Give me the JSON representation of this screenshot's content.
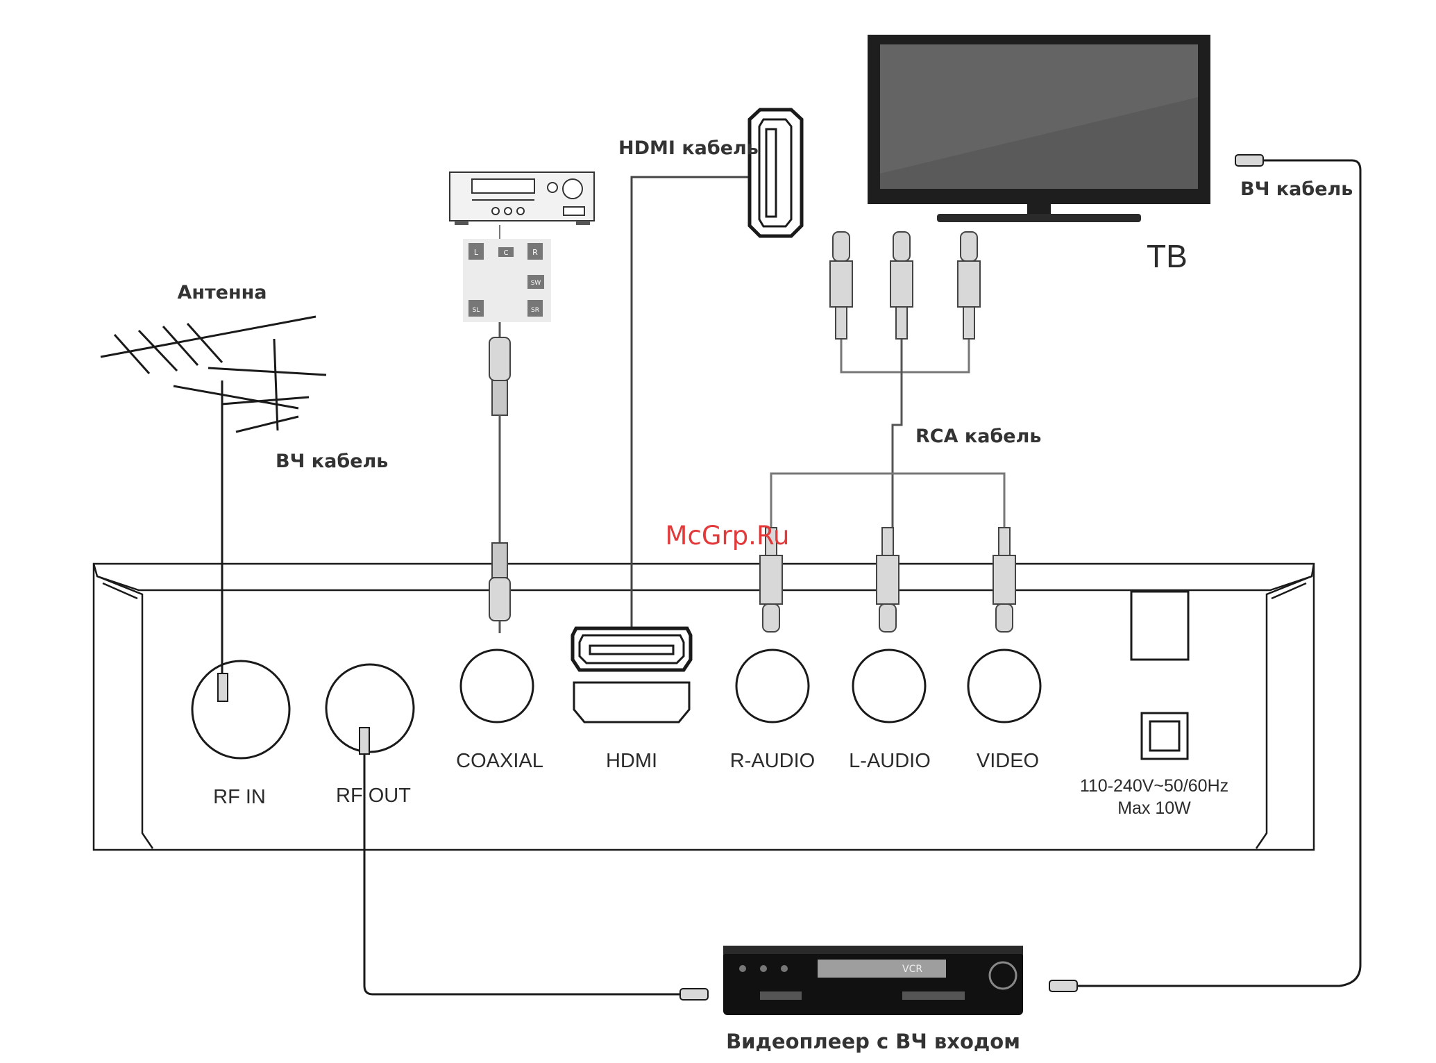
{
  "labels": {
    "antenna": "Антенна",
    "rf_cable_antenna": "ВЧ кабель",
    "hdmi_cable": "HDMI кабель",
    "tv": "ТВ",
    "rf_cable_tv": "ВЧ кабель",
    "rca_cable": "RCA кабель",
    "vcr_caption": "Видеоплеер с ВЧ входом",
    "watermark": "McGrp.Ru"
  },
  "ports": {
    "rf_in": "RF IN",
    "rf_out": "RF OUT",
    "coaxial": "COAXIAL",
    "hdmi": "HDMI",
    "r_audio": "R-AUDIO",
    "l_audio": "L-AUDIO",
    "video": "VIDEO"
  },
  "power": {
    "line1": "110-240V~50/60Hz",
    "line2": "Max 10W"
  },
  "speakers": [
    "L",
    "C",
    "R",
    "SW",
    "SL",
    "SR"
  ],
  "vcr_display": "VCR",
  "colors": {
    "outline": "#1a1a1a",
    "cable": "#3a3a3a",
    "plug_fill": "#d8d8d8",
    "watermark": "#e23a3a"
  }
}
